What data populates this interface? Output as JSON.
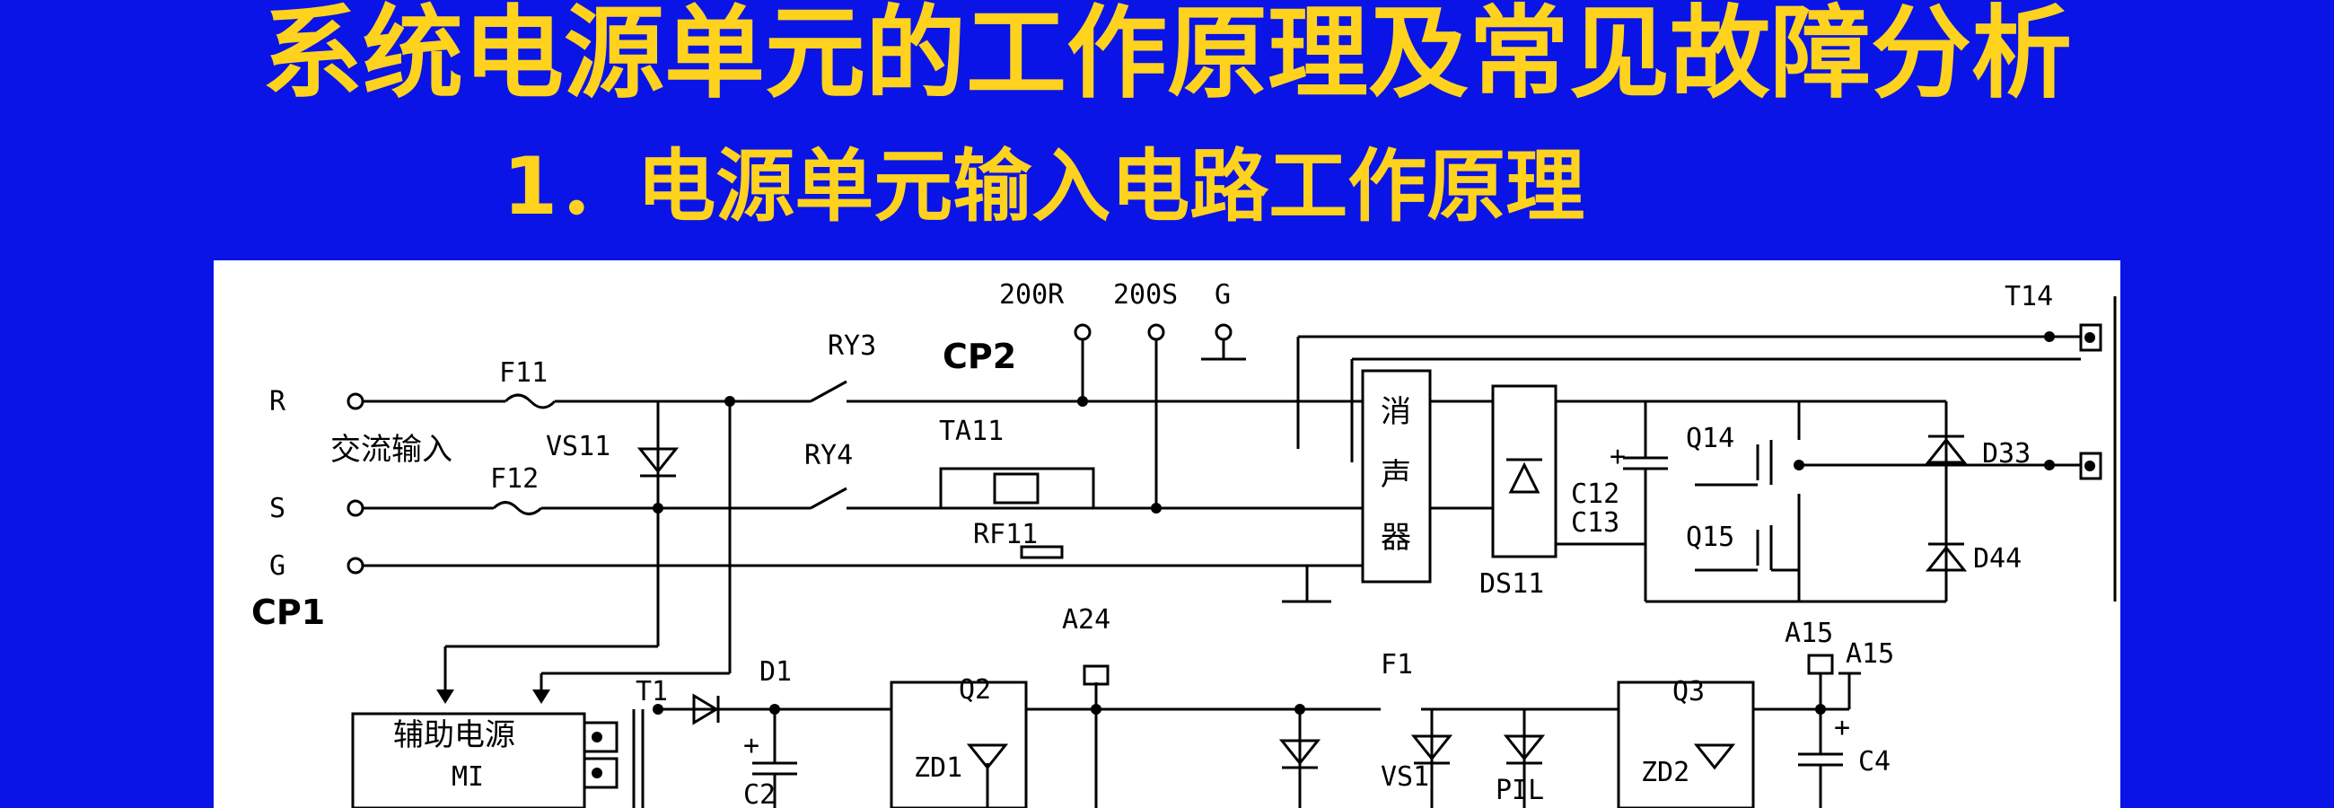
{
  "slide": {
    "title": "系统电源单元的工作原理及常见故障分析",
    "subtitle": "1．电源单元输入电路工作原理"
  },
  "diagram": {
    "labels": {
      "r": "R",
      "s": "S",
      "g": "G",
      "ac_input": "交流输入",
      "cp1": "CP1",
      "cp2": "CP2",
      "f11": "F11",
      "f12": "F12",
      "vs11": "VS11",
      "ry3": "RY3",
      "ry4": "RY4",
      "ta11": "TA11",
      "rf11": "RF11",
      "t200r": "200R",
      "t200s": "200S",
      "tg": "G",
      "muffler_1": "消",
      "muffler_2": "声",
      "muffler_3": "器",
      "ds11": "DS11",
      "c12": "C12",
      "c13": "C13",
      "q14": "Q14",
      "q15": "Q15",
      "d33": "D33",
      "d44": "D44",
      "t14": "T14",
      "aux_power": "辅助电源",
      "mi": "MI",
      "t1": "T1",
      "d1": "D1",
      "c2": "C2",
      "q2": "Q2",
      "zd1": "ZD1",
      "a24": "A24",
      "f1": "F1",
      "vs1": "VS1",
      "pil": "PIL",
      "q3": "Q3",
      "zd2": "ZD2",
      "a15_left": "A15",
      "a15_right": "A15",
      "c4": "C4",
      "plus_1": "+",
      "plus_2": "+",
      "plus_3": "+"
    }
  }
}
